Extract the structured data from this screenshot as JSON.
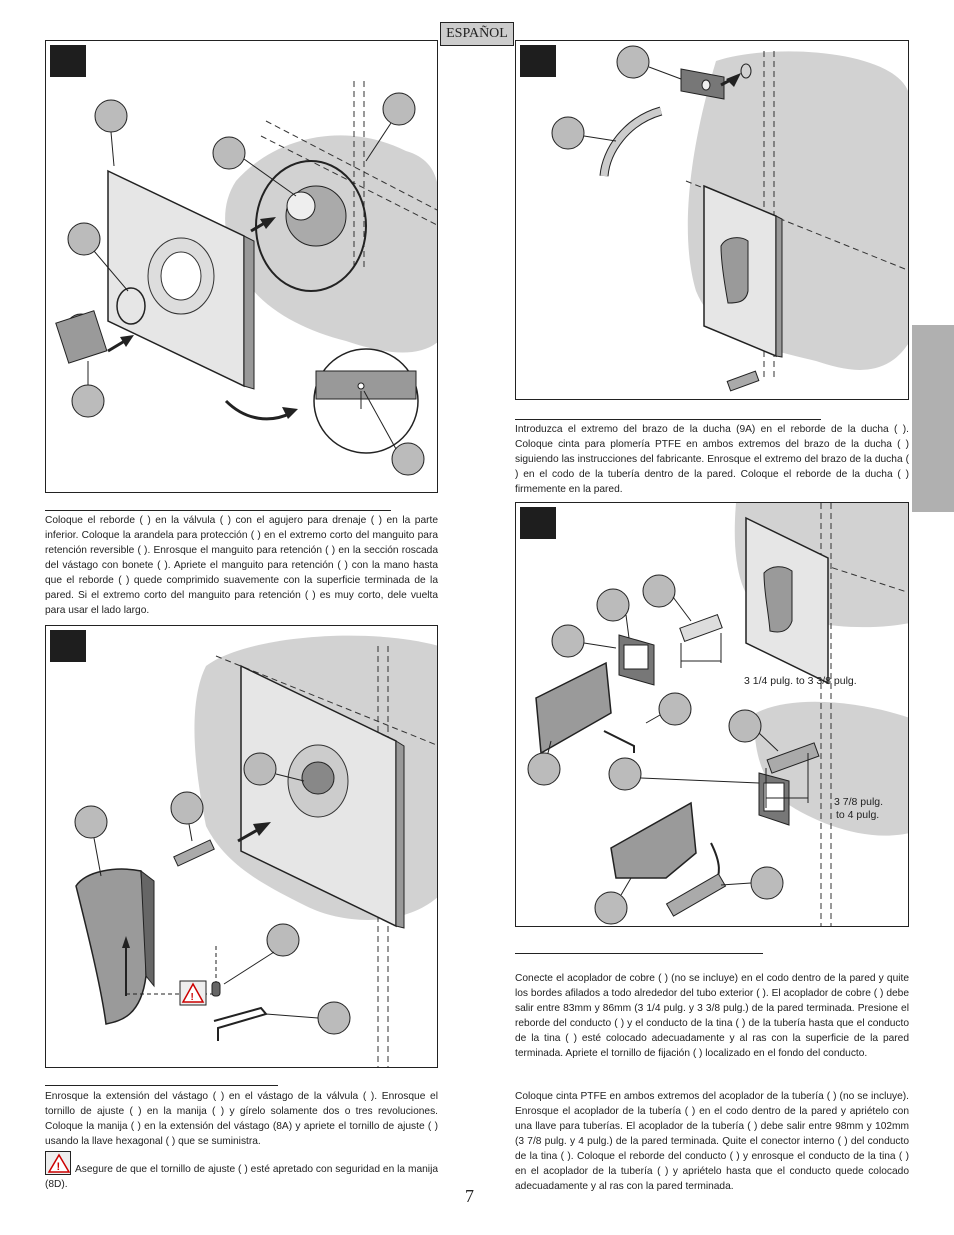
{
  "header": {
    "language_tab": "ESPAÑOL"
  },
  "page_number": "7",
  "step1": {
    "paragraph": "Coloque el reborde (   ) en la válvula (   ) con el agujero para drenaje (   ) en la parte inferior. Coloque la arandela para protección (   ) en el extremo corto del manguito para retención reversible (   ). Enrosque el manguito para retención (   ) en la sección roscada del vástago con bonete (   ). Apriete el manguito para retención (   ) con la mano hasta que el reborde (   ) quede comprimido suavemente con la superficie terminada de la pared. Si el extremo corto del manguito para retención (   ) es muy corto, dele vuelta para usar el lado largo."
  },
  "step2": {
    "paragraph": "Enrosque la extensión del vástago (   ) en el vástago de la válvula (   ). Enrosque el tornillo de ajuste (   ) en la manija (   ) y gírelo solamente dos o tres revoluciones. Coloque la manija (   ) en la extensión del vástago (8A) y apriete el tornillo de ajuste (   ) usando la llave hexagonal (   ) que se suministra.",
    "warning": "Asegure de que el tornillo de ajuste (   ) esté apretado con seguridad en la manija (8D)."
  },
  "step3": {
    "paragraph": "Introduzca el extremo del brazo de la ducha (9A) en el reborde de la ducha (   ). Coloque cinta para plomería PTFE en ambos extremos del brazo de la ducha (   ) siguiendo las instrucciones del fabricante. Enrosque el extremo del brazo de la ducha (   ) en el codo de la tubería dentro de la pared. Coloque el reborde de la ducha (   ) firmemente en la pared."
  },
  "step4": {
    "dim_top": "3 1/4 pulg. to 3 3/8 pulg.",
    "dim_bottom_1": "3 7/8 pulg.",
    "dim_bottom_2": "to 4 pulg.",
    "paragraph_a": "Conecte el acoplador de cobre (   ) (no se incluye) en el codo dentro de la pared y quite los bordes afilados a todo alrededor del tubo exterior (   ). El acoplador de cobre (   ) debe salir entre 83mm y 86mm (3 1/4 pulg. y 3 3/8 pulg.) de la pared terminada. Presione el reborde del conducto (   ) y el conducto de la tina (   ) de la tubería hasta que el conducto de la tina (   ) esté colocado adecuadamente y al ras con la superficie de la pared terminada. Apriete el tornillo de fijación (   ) localizado en el fondo del conducto.",
    "paragraph_b": "Coloque cinta PTFE en ambos extremos del acoplador de la tubería (   ) (no se incluye). Enrosque el acoplador de la tubería (   ) en el codo dentro de la pared y apriételo con una llave para tuberías. El acoplador de la tubería (   ) debe salir entre 98mm y 102mm (3 7/8 pulg. y 4 pulg.) de la pared terminada. Quite el conector interno (   ) del conducto de la tina (   ). Coloque el reborde del conducto (   ) y enrosque el conducto de la tina (   ) en el acoplador de la tubería (   ) y apriételo hasta que el conducto quede colocado adecuadamente y al ras con la pared terminada."
  },
  "colors": {
    "wall_gray": "#d2d2d2",
    "step_box": "#1e1e1e",
    "side_tab": "#b0b0b0"
  }
}
